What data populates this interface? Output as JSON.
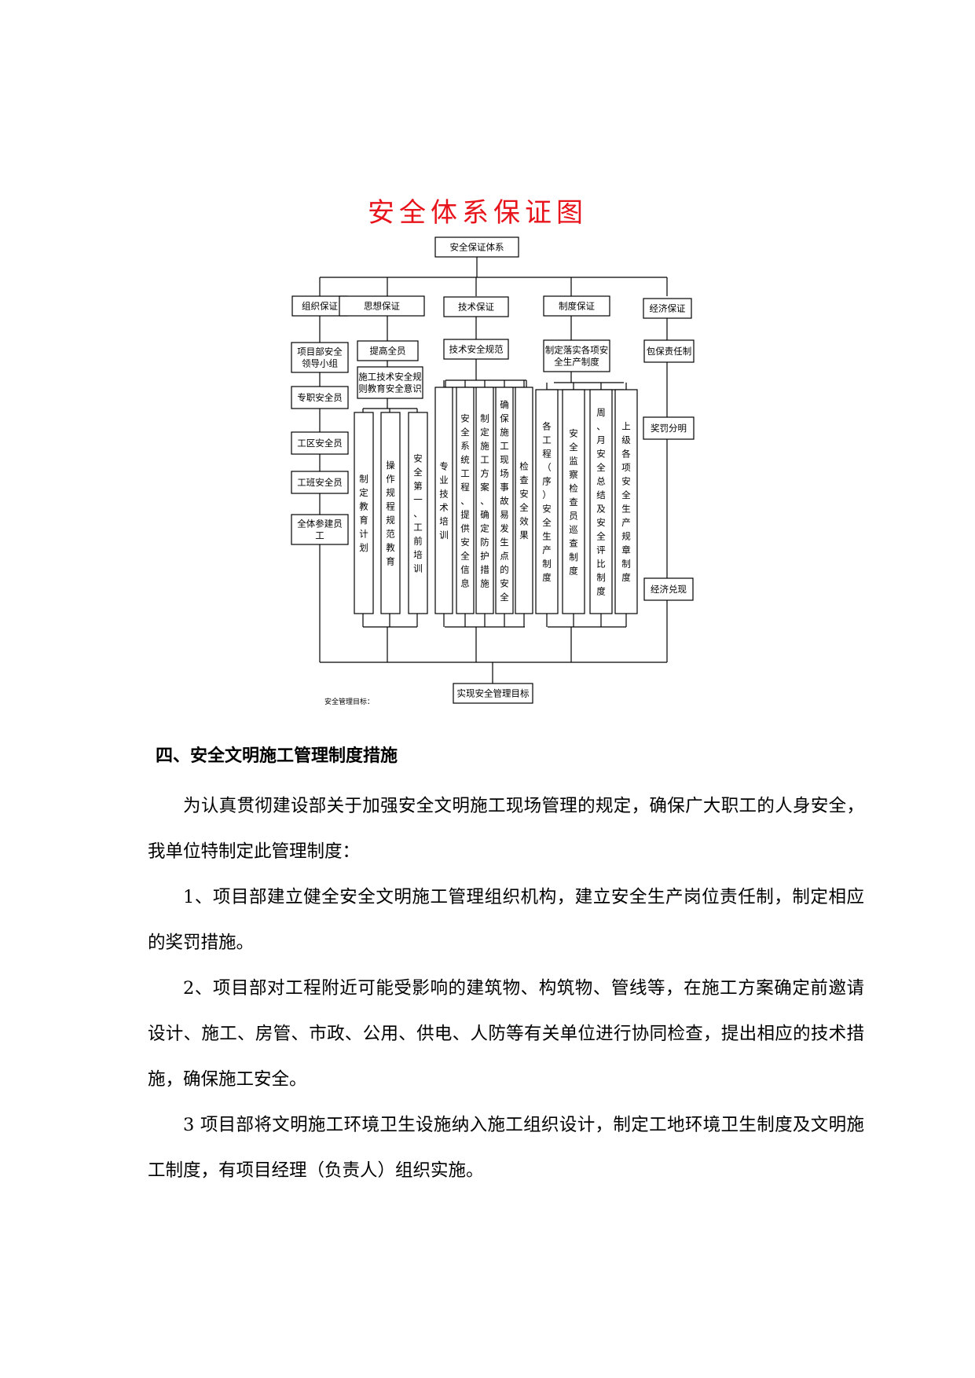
{
  "title": "安全体系保证图",
  "root": "安全保证体系",
  "goal": "实现安全管理目标",
  "goal_caption": "安全管理目标：",
  "columns": [
    {
      "label": "组织保证",
      "items": [
        "项目部安全领导小组",
        "专职安全员",
        "工区安全员",
        "工班安全员",
        "全体参建员工"
      ]
    },
    {
      "label": "思想保证",
      "sub": "提高全员",
      "sub2": "施工技术安全规则教育安全意识",
      "verticals": [
        "制定教育计划",
        "操作规程规范教育",
        "安全第一、工前培训"
      ]
    },
    {
      "label": "技术保证",
      "sub": "技术安全规范",
      "verticals": [
        "专业技术培训",
        "安全系统工程、提供安全信息",
        "制定施工方案、确定防护措施",
        "确保施工现场事故易发生点的安全",
        "检查安全效果"
      ]
    },
    {
      "label": "制度保证",
      "sub": "制定落实各项安全生产制度",
      "verticals": [
        "各工程（序）安全生产制度",
        "安全监察检查员巡查制度",
        "周、月安全总结及安全评比制度",
        "上级各项安全生产规章制度"
      ]
    },
    {
      "label": "经济保证",
      "items": [
        "包保责任制",
        "奖罚分明",
        "经济兑现"
      ]
    }
  ],
  "section_heading": "四、安全文明施工管理制度措施",
  "paragraphs": [
    "为认真贯彻建设部关于加强安全文明施工现场管理的规定，确保广大职工的人身安全，我单位特制定此管理制度：",
    "1、项目部建立健全安全文明施工管理组织机构，建立安全生产岗位责任制，制定相应的奖罚措施。",
    "2、项目部对工程附近可能受影响的建筑物、构筑物、管线等，在施工方案确定前邀请设计、施工、房管、市政、公用、供电、人防等有关单位进行协同检查，提出相应的技术措施，确保施工安全。",
    "3 项目部将文明施工环境卫生设施纳入施工组织设计，制定工地环境卫生制度及文明施工制度，有项目经理（负责人）组织实施。"
  ]
}
